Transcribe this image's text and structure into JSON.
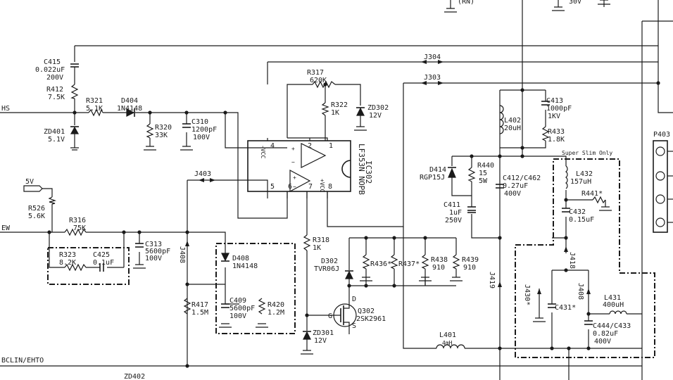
{
  "signals": {
    "hs": "HS",
    "ew": "EW",
    "bclin": "BCLIN/EHTO",
    "v5": "5V",
    "rn_partial": "(RN)"
  },
  "jumpers": {
    "j304": "J304",
    "j303": "J303",
    "j403": "J403",
    "j419": "J419",
    "j418": "J418",
    "j408a": "J408",
    "j408b": "J408",
    "j430": "J430*"
  },
  "ic": {
    "ref": "IC302",
    "part": "LF353N NOPB",
    "pins": [
      "4",
      "2",
      "1",
      "5",
      "6",
      "7",
      "8"
    ],
    "vneg": "-VCC",
    "vpos": "+VCC"
  },
  "components": {
    "c415": [
      "C415",
      "0.022uF",
      "200V"
    ],
    "r412": [
      "R412",
      "7.5K"
    ],
    "zd401": [
      "ZD401",
      "5.1V"
    ],
    "r321": [
      "R321",
      "5.1K"
    ],
    "d404": [
      "D404",
      "1N4148"
    ],
    "r320": [
      "R320",
      "33K"
    ],
    "c310": [
      "C310",
      "1200pF",
      "100V"
    ],
    "r317": [
      "R317",
      "620K"
    ],
    "r322": [
      "R322",
      "1K"
    ],
    "zd302": [
      "ZD302",
      "12V"
    ],
    "r526": [
      "R526",
      "5.6K"
    ],
    "r316": [
      "R316",
      "75K"
    ],
    "r323": [
      "R323",
      "8.2K"
    ],
    "c425": [
      "C425",
      "0.1uF"
    ],
    "c313": [
      "C313",
      "5600pF",
      "100V"
    ],
    "d408": [
      "D408",
      "1N4148"
    ],
    "c409": [
      "C409",
      "5600pF",
      "100V"
    ],
    "r420": [
      "R420",
      "1.2M"
    ],
    "r417": [
      "R417",
      "1.5M"
    ],
    "r318": [
      "R318",
      "1K"
    ],
    "zd301": [
      "ZD301",
      "12V"
    ],
    "d302": [
      "D302",
      "TVR06J"
    ],
    "q302": [
      "Q302",
      "2SK2961"
    ],
    "r436": [
      "R436*"
    ],
    "r437": [
      "R437*"
    ],
    "r438": [
      "R438",
      "910"
    ],
    "r439": [
      "R439",
      "910"
    ],
    "l401": [
      "L401",
      "4mH"
    ],
    "d414": [
      "D414",
      "RGP15J"
    ],
    "r440": [
      "R440",
      "15",
      "5W"
    ],
    "c412": [
      "C412/C462",
      "0.27uF",
      "400V"
    ],
    "c411": [
      "C411",
      "1uF",
      "250V"
    ],
    "l402": [
      "L402",
      "20uH"
    ],
    "c413": [
      "C413",
      "1000pF",
      "1KV"
    ],
    "r433": [
      "R433",
      "1.8K"
    ],
    "l432": [
      "L432",
      "157uH"
    ],
    "r441": [
      "R441*"
    ],
    "c432": [
      "C432",
      "0.15uF"
    ],
    "c431": [
      "C431*"
    ],
    "l431": [
      "L431",
      "400uH"
    ],
    "c444": [
      "C444/C433",
      "0.82uF",
      "400V"
    ]
  },
  "pins": {
    "g": "G",
    "d": "D",
    "s": "S"
  },
  "labels": {
    "super_slim": "Super Slim Only",
    "p403": "P403",
    "zd402": "ZD402",
    "top_v": "30V"
  }
}
